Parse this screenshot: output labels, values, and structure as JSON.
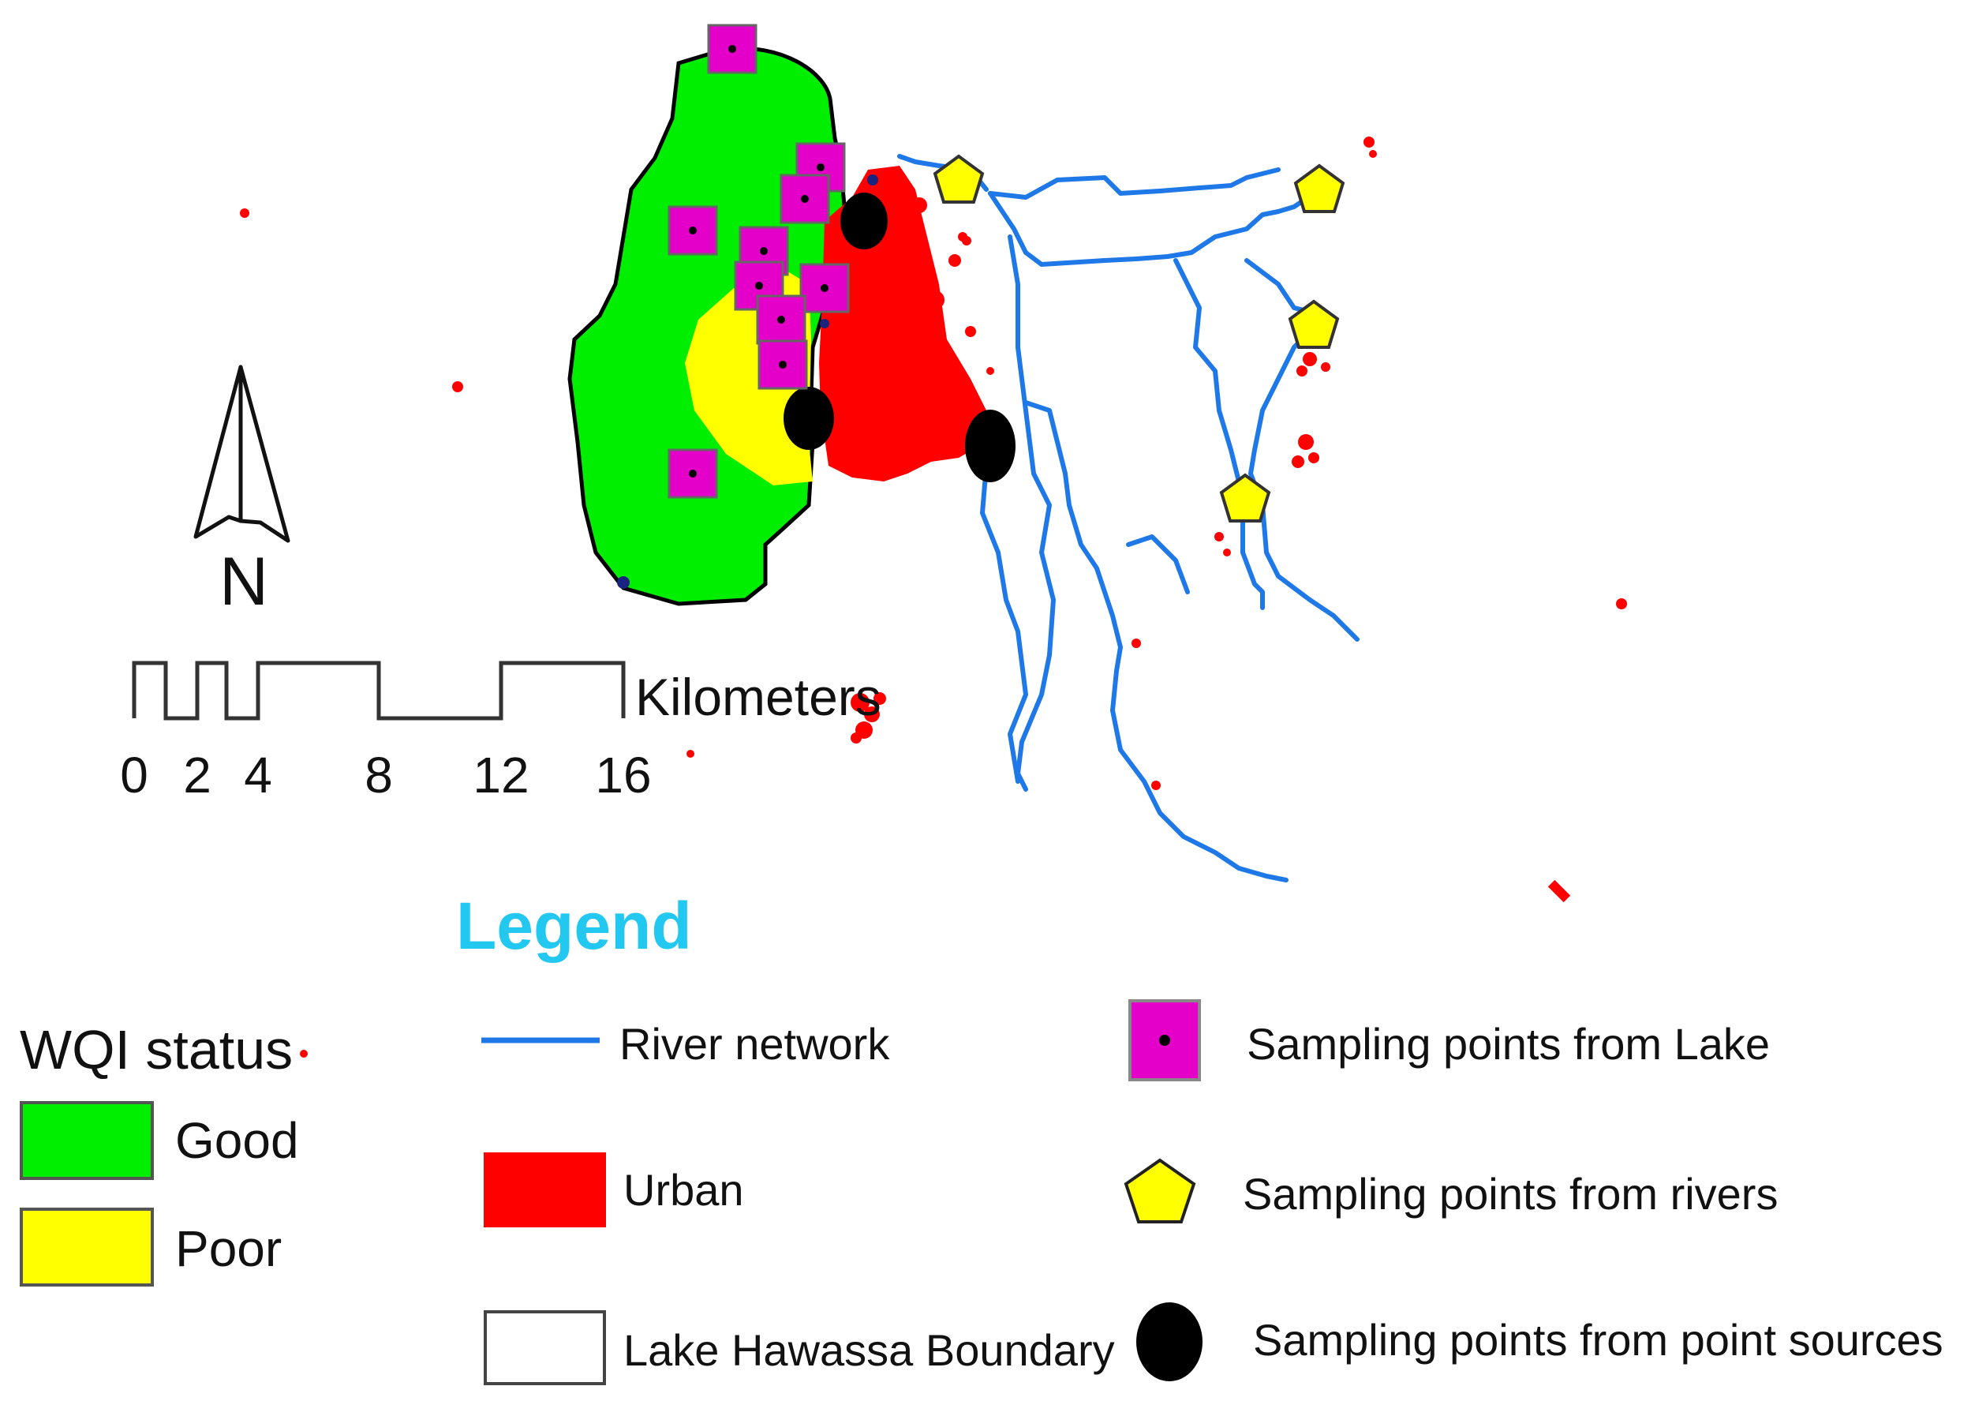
{
  "north_arrow": {
    "label": "N"
  },
  "scale_bar": {
    "unit": "Kilometers",
    "ticks": [
      "0",
      "2",
      "4",
      "8",
      "12",
      "16"
    ]
  },
  "legend": {
    "title": "Legend",
    "title_color": "#22c8f0",
    "wqi": {
      "heading": "WQI status",
      "items": [
        {
          "label": "Good",
          "color": "#00ee00"
        },
        {
          "label": "Poor",
          "color": "#ffff00"
        }
      ]
    },
    "layers": [
      {
        "label": "River network",
        "color": "#1e78e8"
      },
      {
        "label": "Urban",
        "color": "#ff0000"
      },
      {
        "label": "Lake Hawassa Boundary",
        "color": "#ffffff"
      }
    ],
    "points": [
      {
        "label": "Sampling points from Lake",
        "color": "#e400c8",
        "icon": "magenta-square-icon"
      },
      {
        "label": "Sampling points from rivers",
        "color": "#ffff00",
        "icon": "yellow-pentagon-icon"
      },
      {
        "label": "Sampling points from point sources",
        "color": "#000000",
        "icon": "black-oval-icon"
      }
    ]
  },
  "colors": {
    "good": "#00ee00",
    "poor": "#ffff00",
    "urban": "#ff0000",
    "river": "#1e78e8",
    "lake_point": "#e400c8",
    "river_point": "#ffff00",
    "source_point": "#000000"
  }
}
